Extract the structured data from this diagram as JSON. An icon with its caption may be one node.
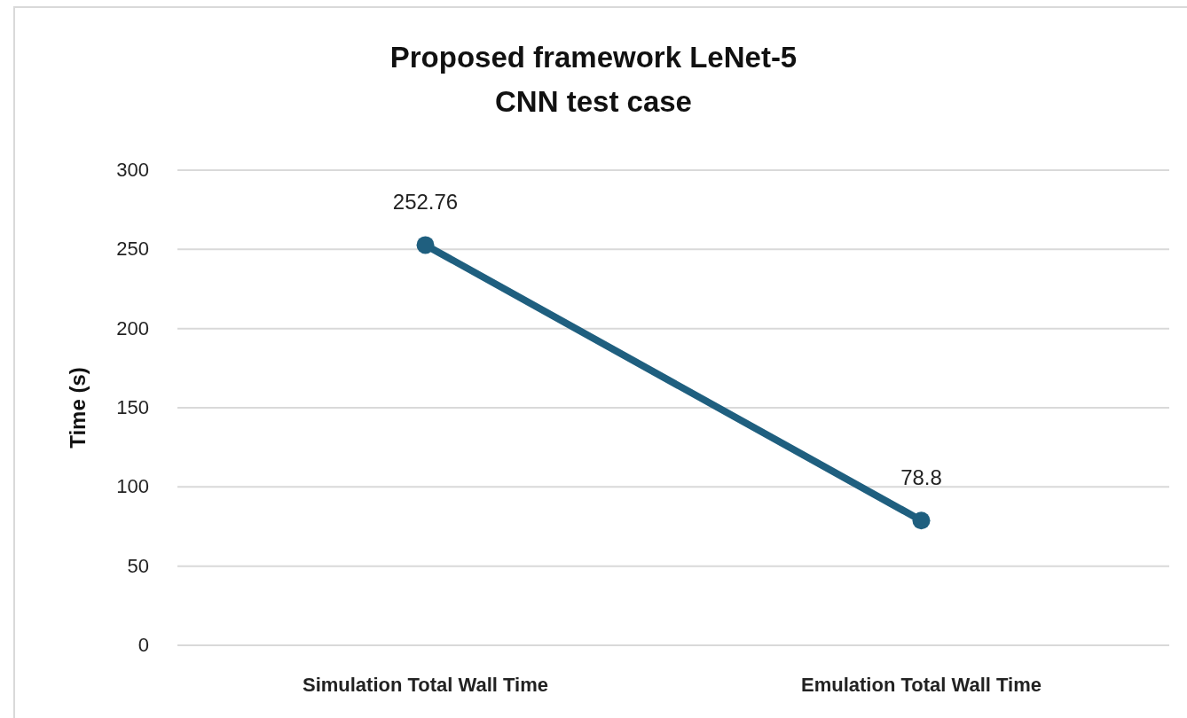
{
  "diagram": {
    "chart_data": {
      "type": "line",
      "title": "Proposed framework LeNet-5 CNN test case",
      "ylabel": "Time (s)",
      "categories": [
        "Simulation Total Wall Time",
        "Emulation Total Wall Time"
      ],
      "series": [
        {
          "color": "#1f5f7f",
          "marker": "circle",
          "values": [
            252.76,
            78.8
          ]
        }
      ],
      "ylim": [
        0,
        300
      ],
      "yticks": [
        0,
        50,
        100,
        150,
        200,
        250,
        300
      ],
      "grid": true,
      "data_labels": true
    }
  }
}
